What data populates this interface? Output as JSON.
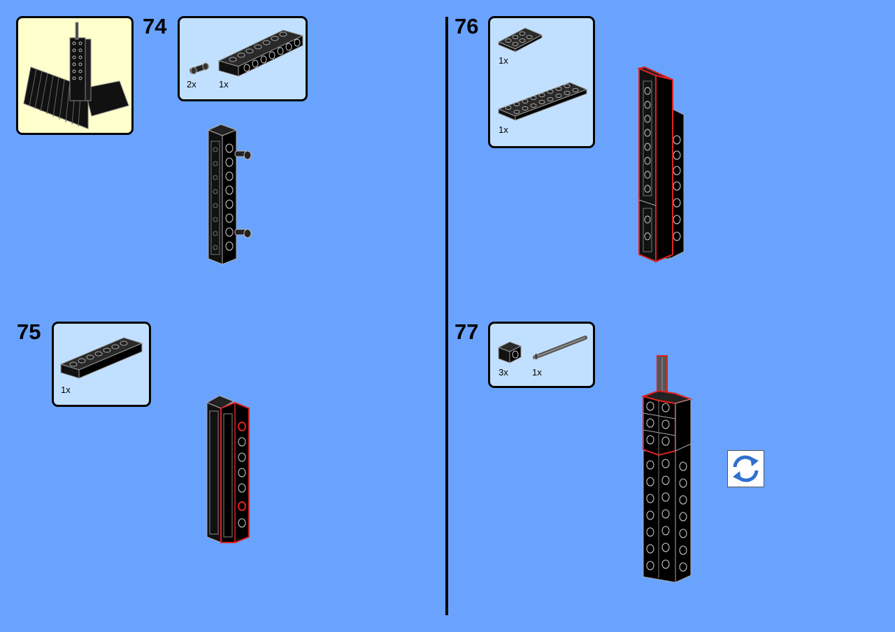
{
  "steps": [
    {
      "number": "74",
      "parts": [
        {
          "qty": "2x"
        },
        {
          "qty": "1x"
        }
      ]
    },
    {
      "number": "75",
      "parts": [
        {
          "qty": "1x"
        }
      ]
    },
    {
      "number": "76",
      "parts": [
        {
          "qty": "1x"
        },
        {
          "qty": "1x"
        }
      ]
    },
    {
      "number": "77",
      "parts": [
        {
          "qty": "3x"
        },
        {
          "qty": "1x"
        }
      ]
    }
  ],
  "icons": {
    "rotate": "rotate-model-icon"
  },
  "colors": {
    "background": "#6aa3fe",
    "callout": "#c1e0ff",
    "thumbnail": "#ffffcd",
    "brick": "#000000",
    "highlight": "#e02020",
    "rotate_icon": "#2f6fd0"
  }
}
